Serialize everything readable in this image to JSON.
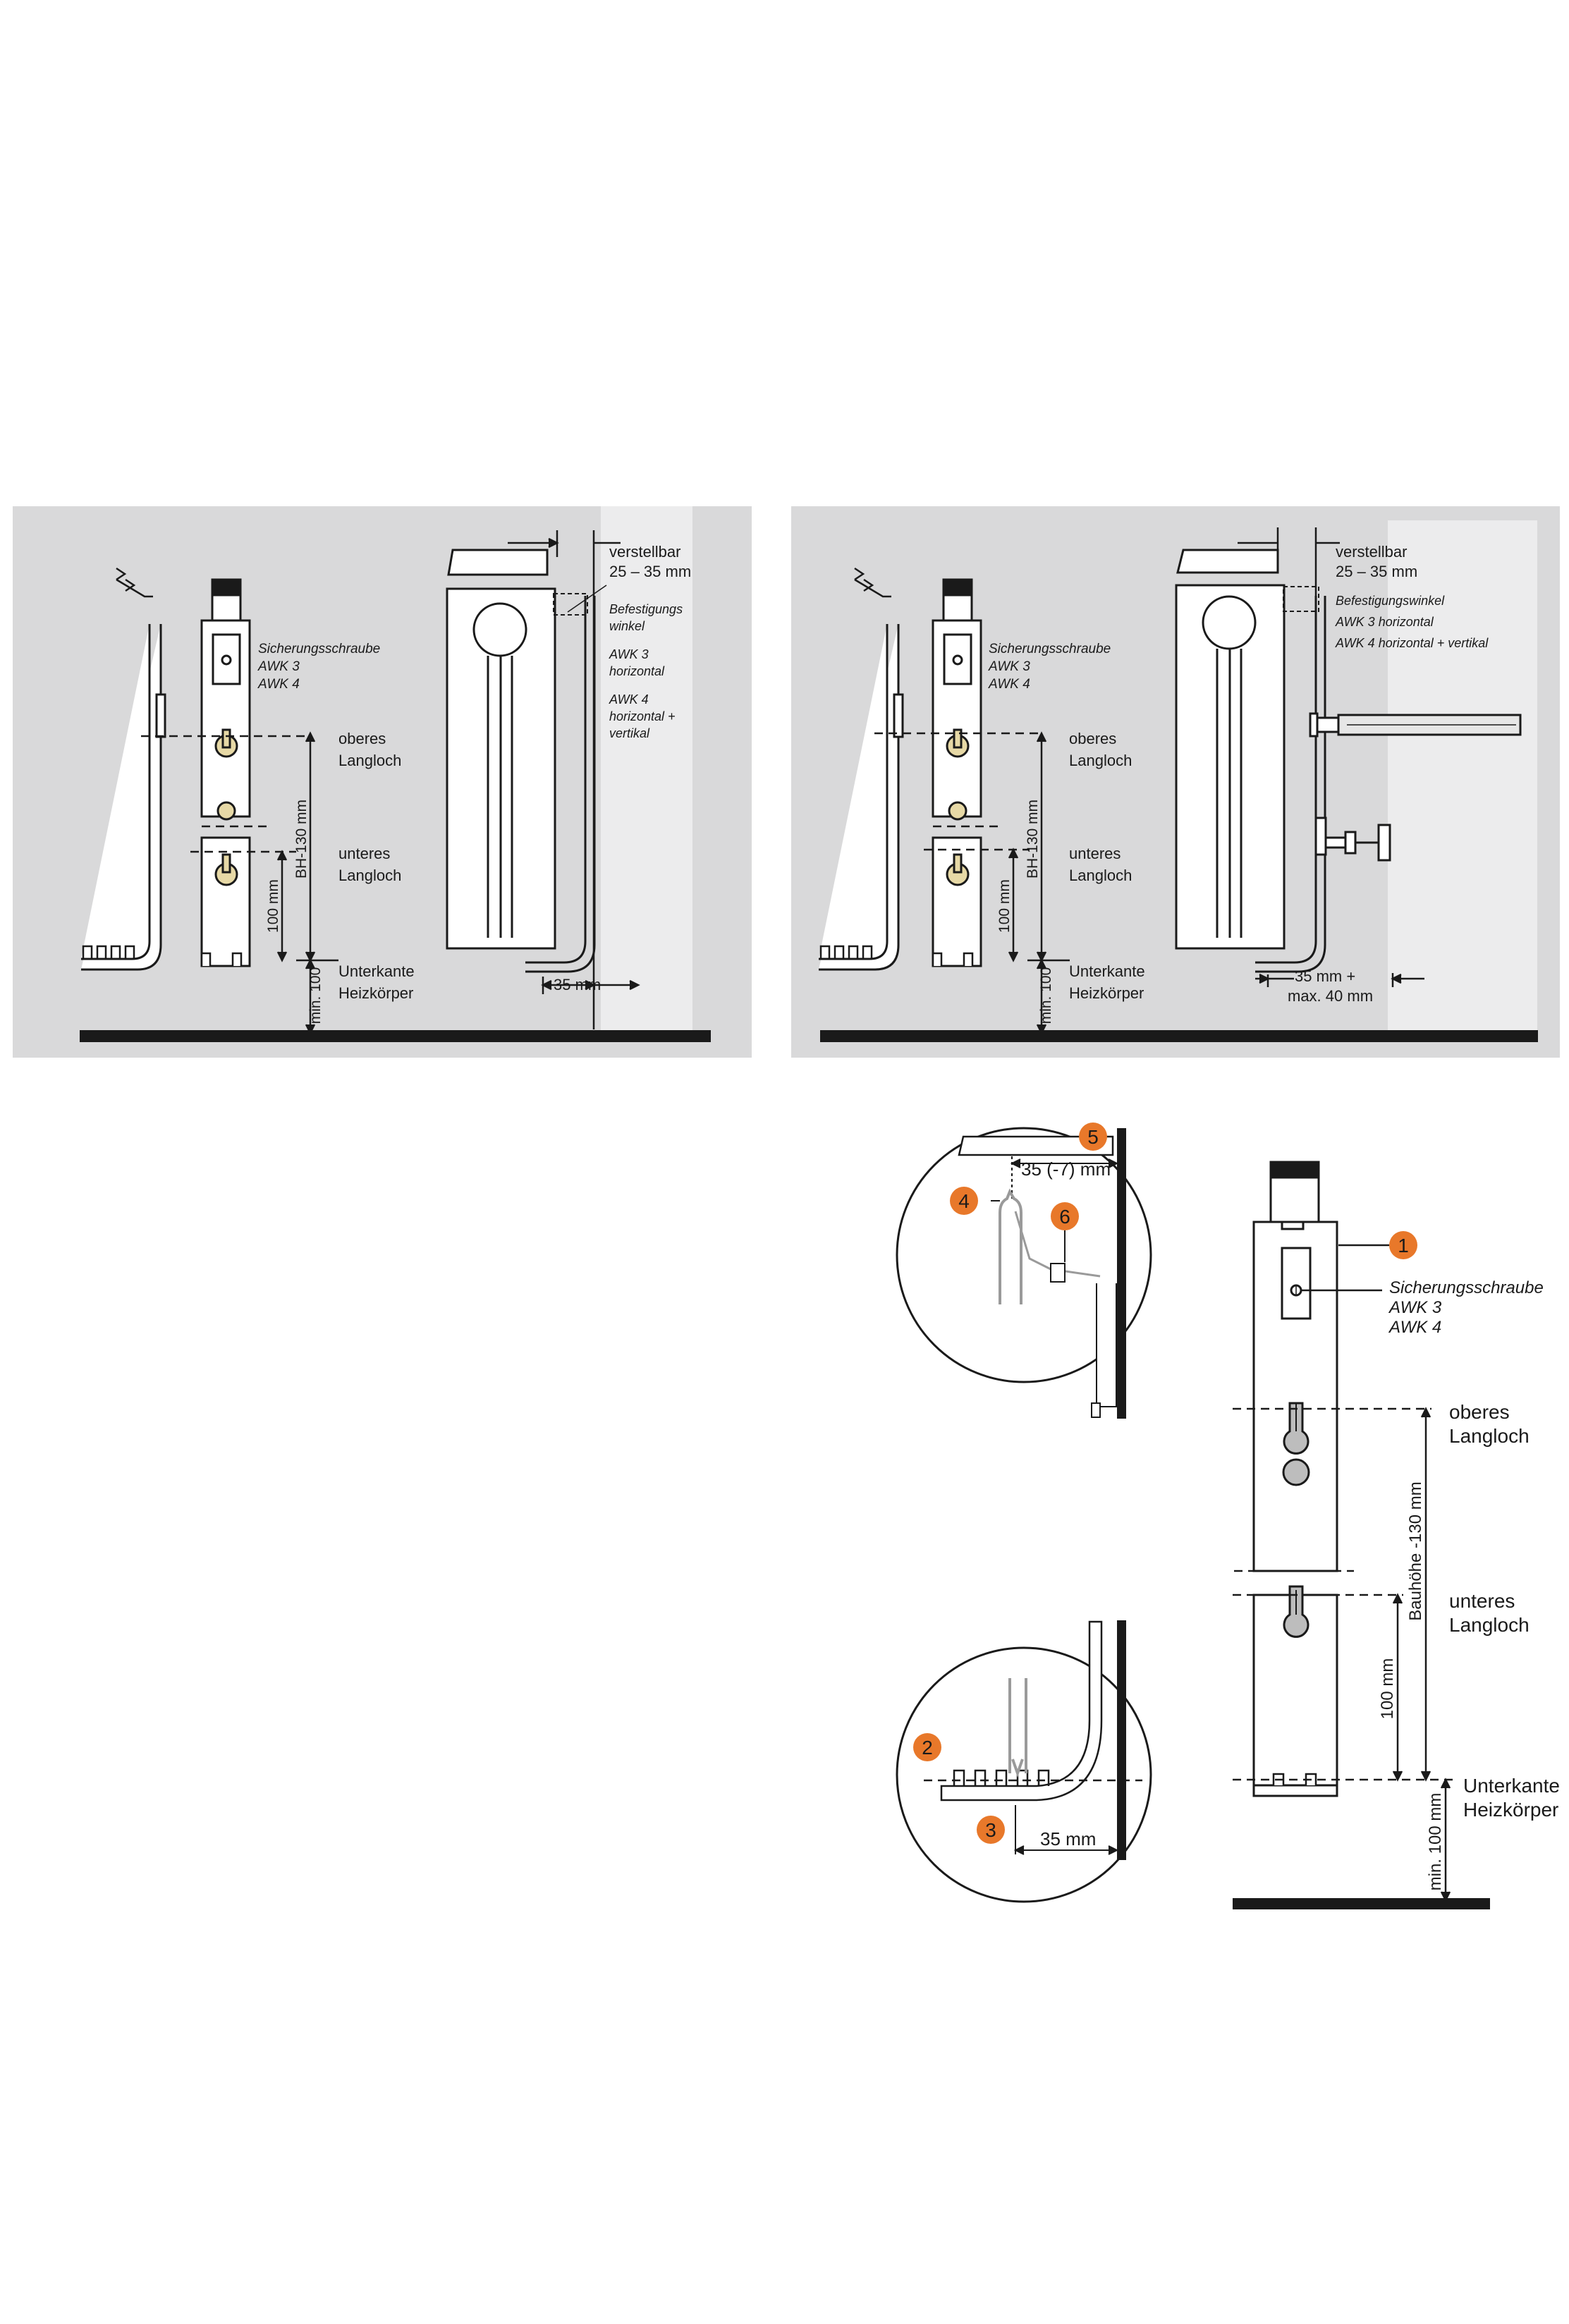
{
  "colors": {
    "panel": "#d9d9da",
    "wall": "#ececed",
    "ink": "#1a1a1a",
    "accent": "#e8782a",
    "keyhole": "#e7d9a6",
    "hole": "#bdbdbd"
  },
  "panel_left": {
    "sicherung": "Sicherungsschraube",
    "awk3": "AWK 3",
    "awk4": "AWK 4",
    "oberes": "oberes",
    "langloch1": "Langloch",
    "unteres": "unteres",
    "langloch2": "Langloch",
    "bh": "BH-130 mm",
    "mm100": "100 mm",
    "unterkante": "Unterkante",
    "heizkoerper": "Heizkörper",
    "min100": "min. 100",
    "verstellbar": "verstellbar",
    "range": "25 – 35 mm",
    "befest1": "Befestigungs",
    "befest2": "winkel",
    "awk3h1": "AWK 3",
    "awk3h2": "horizontal",
    "awk4h1": "AWK 4",
    "awk4h2": "horizontal  +",
    "awk4h3": "vertikal",
    "mm35": "35 mm"
  },
  "panel_right": {
    "sicherung": "Sicherungsschraube",
    "awk3": "AWK 3",
    "awk4": "AWK 4",
    "oberes": "oberes",
    "langloch1": "Langloch",
    "unteres": "unteres",
    "langloch2": "Langloch",
    "bh": "BH-130 mm",
    "mm100": "100 mm",
    "unterkante": "Unterkante",
    "heizkoerper": "Heizkörper",
    "min100": "min. 100",
    "verstellbar": "verstellbar",
    "range": "25 – 35 mm",
    "befest": "Befestigungswinkel",
    "awk3h": "AWK 3 horizontal",
    "awk4hv": "AWK 4 horizontal  + vertikal",
    "mm35a": "35 mm +",
    "mm35b": "max. 40 mm"
  },
  "bottom": {
    "dim_top": "35 (-7) mm",
    "dim_bottom": "35 mm",
    "n1": "1",
    "n2": "2",
    "n3": "3",
    "n4": "4",
    "n5": "5",
    "n6": "6",
    "sicherung": "Sicherungsschraube",
    "awk3": "AWK 3",
    "awk4": "AWK 4",
    "oberes": "oberes",
    "langloch1": "Langloch",
    "unteres": "unteres",
    "langloch2": "Langloch",
    "bauhoehe": "Bauhöhe -130 mm",
    "mm100": "100 mm",
    "unterkante": "Unterkante",
    "heizkoerper": "Heizkörper",
    "min100": "min. 100 mm"
  }
}
